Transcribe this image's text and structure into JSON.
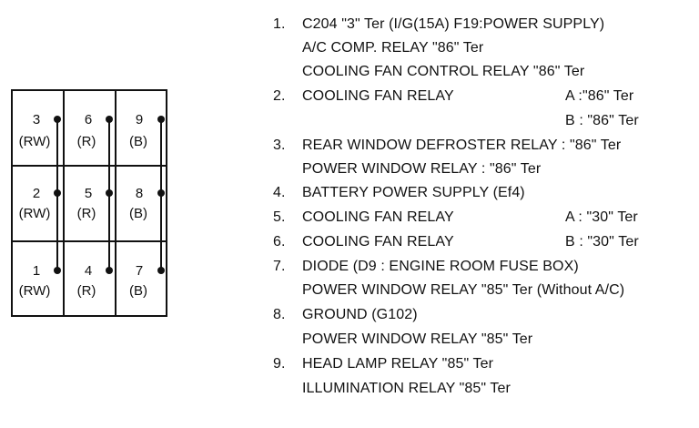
{
  "connector": {
    "pins": [
      {
        "number": "3",
        "color": "(RW)"
      },
      {
        "number": "6",
        "color": "(R)"
      },
      {
        "number": "9",
        "color": "(B)"
      },
      {
        "number": "2",
        "color": "(RW)"
      },
      {
        "number": "5",
        "color": "(R)"
      },
      {
        "number": "8",
        "color": "(B)"
      },
      {
        "number": "1",
        "color": "(RW)"
      },
      {
        "number": "4",
        "color": "(R)"
      },
      {
        "number": "7",
        "color": "(B)"
      }
    ]
  },
  "legend": [
    {
      "num": "1.",
      "text": "C204 \"3\" Ter (I/G(15A) F19:POWER SUPPLY)",
      "side": ""
    },
    {
      "num": "",
      "text": "A/C COMP. RELAY \"86\" Ter",
      "side": ""
    },
    {
      "num": "",
      "text": "COOLING FAN CONTROL RELAY \"86\" Ter",
      "side": ""
    },
    {
      "num": "2.",
      "text": "COOLING FAN RELAY",
      "side": "A :\"86\" Ter"
    },
    {
      "num": "",
      "text": "",
      "side": "B : \"86\" Ter"
    },
    {
      "num": "3.",
      "text": "REAR WINDOW DEFROSTER RELAY : \"86\" Ter",
      "side": ""
    },
    {
      "num": "",
      "text": "POWER WINDOW RELAY : \"86\" Ter",
      "side": ""
    },
    {
      "num": "4.",
      "text": "BATTERY POWER SUPPLY (Ef4)",
      "side": ""
    },
    {
      "num": "5.",
      "text": "COOLING FAN RELAY",
      "side": "A : \"30\" Ter"
    },
    {
      "num": "6.",
      "text": "COOLING FAN RELAY",
      "side": "B : \"30\" Ter"
    },
    {
      "num": "7.",
      "text": "DIODE (D9 : ENGINE ROOM FUSE BOX)",
      "side": ""
    },
    {
      "num": "",
      "text": "POWER WINDOW RELAY \"85\" Ter (Without A/C)",
      "side": ""
    },
    {
      "num": "8.",
      "text": "GROUND (G102)",
      "side": ""
    },
    {
      "num": "",
      "text": "POWER WINDOW RELAY \"85\" Ter",
      "side": ""
    },
    {
      "num": "9.",
      "text": "HEAD LAMP RELAY \"85\" Ter",
      "side": ""
    },
    {
      "num": "",
      "text": "ILLUMINATION RELAY \"85\" Ter",
      "side": ""
    }
  ]
}
